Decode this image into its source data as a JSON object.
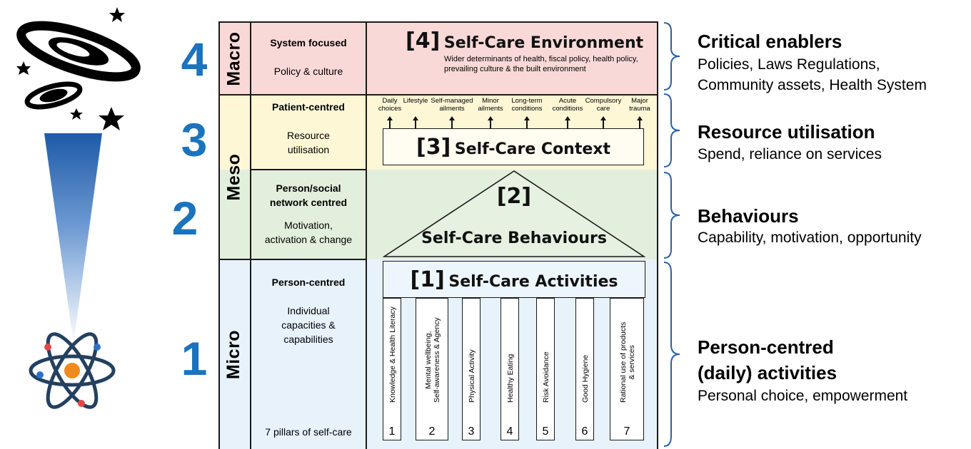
{
  "levels": [
    {
      "number": "4",
      "scale": "Macro",
      "focus_title": "System focused",
      "focus_sub": "Policy & culture"
    },
    {
      "number": "3",
      "scale": "Meso",
      "focus_title": "Patient-centred",
      "focus_sub_l1": "Resource",
      "focus_sub_l2": "utilisation"
    },
    {
      "number": "2",
      "focus_title_l1": "Person/social",
      "focus_title_l2": "network centred",
      "focus_sub_l1": "Motivation,",
      "focus_sub_l2": "activation & change"
    },
    {
      "number": "1",
      "scale": "Micro",
      "focus_title": "Person-centred",
      "focus_sub_l1": "Individual",
      "focus_sub_l2": "capacities &",
      "focus_sub_l3": "capabilities",
      "footnote": "7 pillars of self-care"
    }
  ],
  "environment": {
    "num": "[4]",
    "title": "Self-Care Environment",
    "desc_l1": "Wider determinants of health, fiscal policy, health policy,",
    "desc_l2": "prevailing culture & the built environment"
  },
  "context": {
    "num": "[3]",
    "title": "Self-Care Context",
    "items": [
      {
        "l1": "Daily",
        "l2": "choices"
      },
      {
        "l1": "",
        "l2": "Lifestyle"
      },
      {
        "l1": "Self-managed",
        "l2": "ailments"
      },
      {
        "l1": "Minor",
        "l2": "ailments"
      },
      {
        "l1": "Long-term",
        "l2": "conditions"
      },
      {
        "l1": "Acute",
        "l2": "conditions"
      },
      {
        "l1": "Compulsory",
        "l2": "care"
      },
      {
        "l1": "Major",
        "l2": "trauma"
      }
    ]
  },
  "behaviours": {
    "num": "[2]",
    "title": "Self-Care Behaviours"
  },
  "activities": {
    "num": "[1]",
    "title": "Self-Care Activities",
    "pillars": [
      {
        "num": "1",
        "l1": "Knowledge & Health Literacy",
        "l2": ""
      },
      {
        "num": "2",
        "l1": "Mental wellbeing,",
        "l2": "Self-awareness & Agency"
      },
      {
        "num": "3",
        "l1": "Physical Activity",
        "l2": ""
      },
      {
        "num": "4",
        "l1": "Healthy Eating",
        "l2": ""
      },
      {
        "num": "5",
        "l1": "Risk Avoidance",
        "l2": ""
      },
      {
        "num": "6",
        "l1": "Good Hygiene",
        "l2": ""
      },
      {
        "num": "7",
        "l1": "Rational use of products",
        "l2": "& services"
      }
    ]
  },
  "right": {
    "enablers": {
      "title": "Critical enablers",
      "l1": "Policies, Laws Regulations,",
      "l2": "Community assets, Health System"
    },
    "resource": {
      "title": "Resource utilisation",
      "l1": "Spend, reliance on services"
    },
    "behaviours": {
      "title": "Behaviours",
      "l1": "Capability, motivation, opportunity"
    },
    "activities": {
      "title_l1": "Person-centred",
      "title_l2": "(daily) activities",
      "l1": "Personal choice, empowerment"
    }
  },
  "colors": {
    "macro": "#f9d9d7",
    "meso3": "#fdf7d6",
    "meso2": "#e3efdd",
    "micro": "#e7f2fb",
    "number_blue": "#1b73bd"
  },
  "icons": [
    "galaxy-icon",
    "star-icon",
    "light-beam-icon",
    "atom-icon"
  ]
}
